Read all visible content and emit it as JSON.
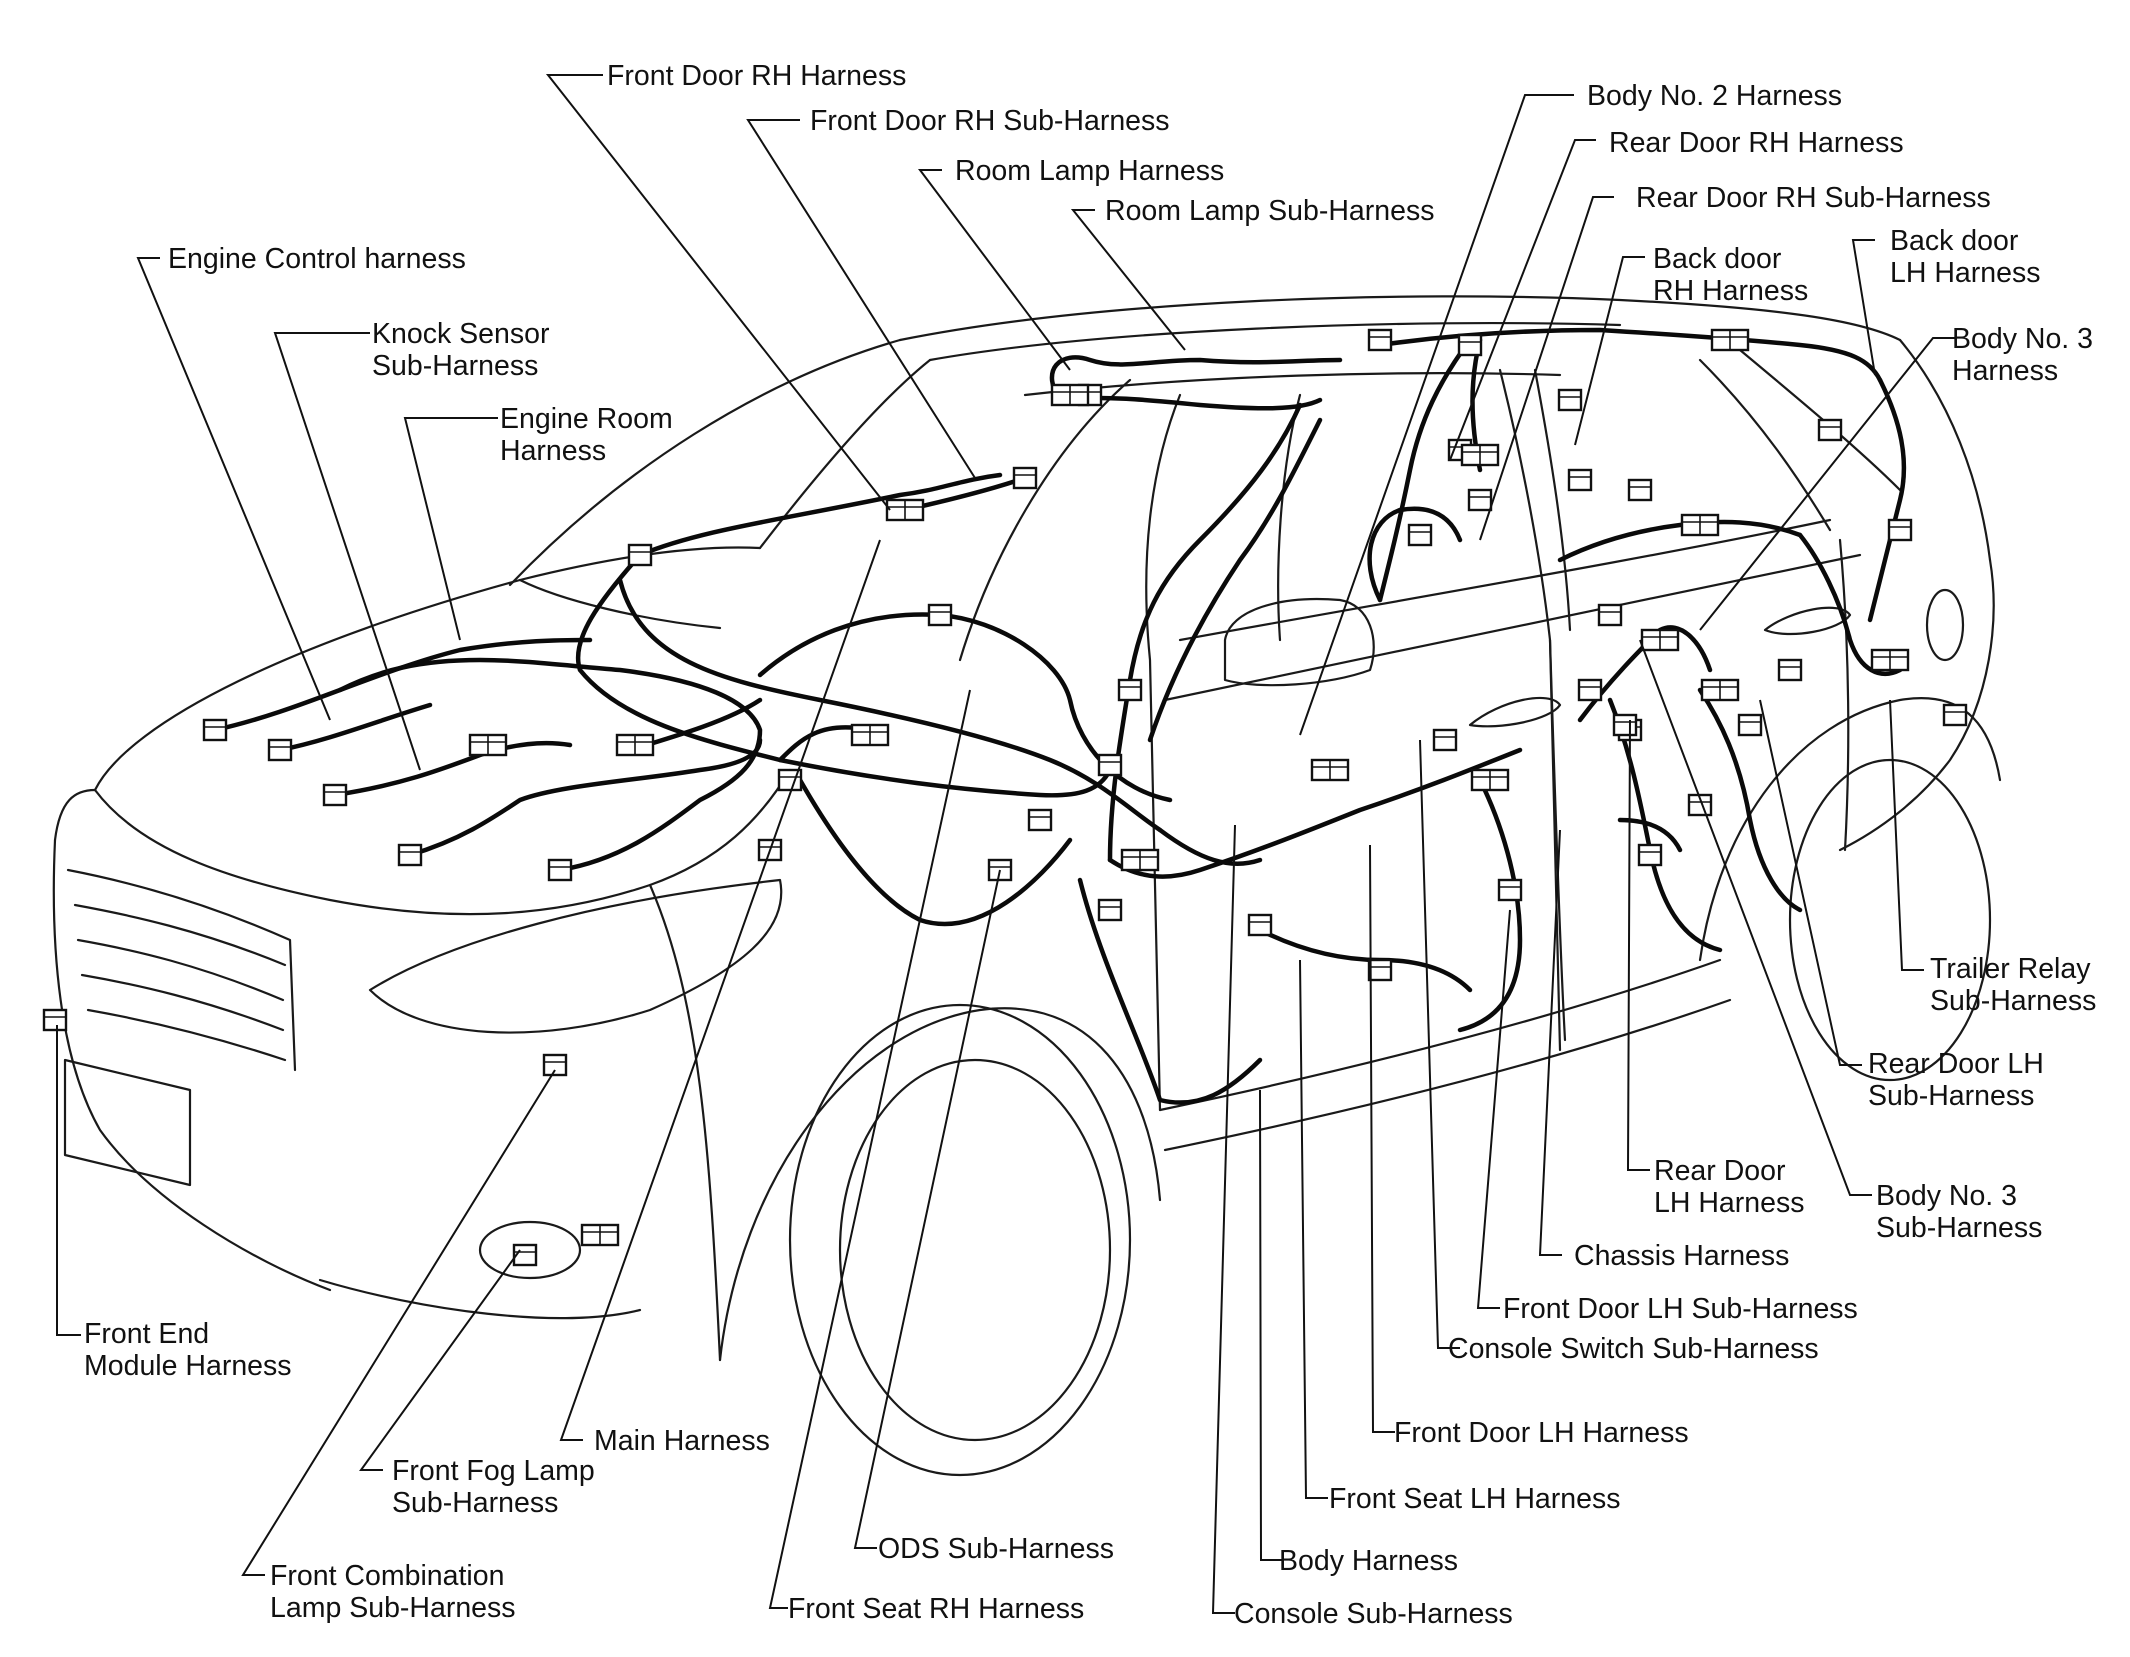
{
  "labels": {
    "front_door_rh_harness": "Front Door RH Harness",
    "front_door_rh_sub_harness": "Front Door RH Sub-Harness",
    "room_lamp_harness": "Room Lamp Harness",
    "room_lamp_sub_harness": "Room Lamp Sub-Harness",
    "engine_control_harness": "Engine Control harness",
    "knock_sensor_sub_harness": [
      "Knock Sensor",
      "Sub-Harness"
    ],
    "engine_room_harness": [
      "Engine Room",
      "Harness"
    ],
    "body_no2_harness": "Body No. 2 Harness",
    "rear_door_rh_harness": "Rear Door RH Harness",
    "rear_door_rh_sub_harness": "Rear Door RH Sub-Harness",
    "back_door_rh_harness": [
      "Back door",
      "RH Harness"
    ],
    "back_door_lh_harness": [
      "Back door",
      "LH Harness"
    ],
    "body_no3_harness": [
      "Body No. 3",
      "Harness"
    ],
    "trailer_relay_sub_harness": [
      "Trailer Relay",
      "Sub-Harness"
    ],
    "rear_door_lh_sub_harness": [
      "Rear Door LH",
      "Sub-Harness"
    ],
    "body_no3_sub_harness": [
      "Body No. 3",
      "Sub-Harness"
    ],
    "rear_door_lh_harness": [
      "Rear Door",
      "LH Harness"
    ],
    "chassis_harness": "Chassis Harness",
    "front_door_lh_sub_harness": "Front Door LH Sub-Harness",
    "console_switch_sub_harness": "Console Switch Sub-Harness",
    "front_door_lh_harness": "Front Door LH Harness",
    "front_seat_lh_harness": "Front Seat LH Harness",
    "body_harness": "Body Harness",
    "console_sub_harness": "Console Sub-Harness",
    "front_seat_rh_harness": "Front Seat RH Harness",
    "ods_sub_harness": "ODS Sub-Harness",
    "front_combination_lamp_sub_harness": [
      "Front Combination",
      "Lamp Sub-Harness"
    ],
    "front_fog_lamp_sub_harness": [
      "Front Fog Lamp",
      "Sub-Harness"
    ],
    "main_harness": "Main Harness",
    "front_end_module_harness": [
      "Front End",
      "Module Harness"
    ]
  }
}
